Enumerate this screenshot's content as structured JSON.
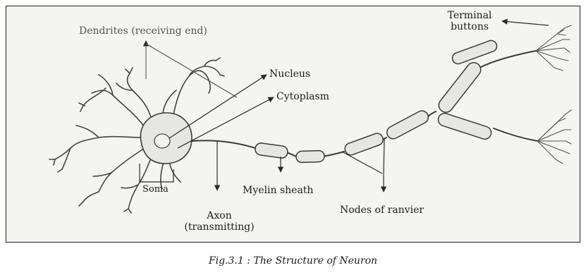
{
  "labels": {
    "dendrites": "Dendrites (receiving end)",
    "nucleus": "Nucleus",
    "cytoplasm": "Cytoplasm",
    "soma": "Soma",
    "axon_line1": "Axon",
    "axon_line2": "(transmitting)",
    "myelin": "Myelin sheath",
    "nodes": "Nodes of ranvier",
    "terminal_line1": "Terminal",
    "terminal_line2": "buttons"
  },
  "caption": "Fig.3.1 : The Structure of Neuron",
  "colors": {
    "ink": "#2a2a2a",
    "faint_ink": "#6a6a6a",
    "paper": "#f4f4f2",
    "cell_fill": "#e6e6e3"
  }
}
